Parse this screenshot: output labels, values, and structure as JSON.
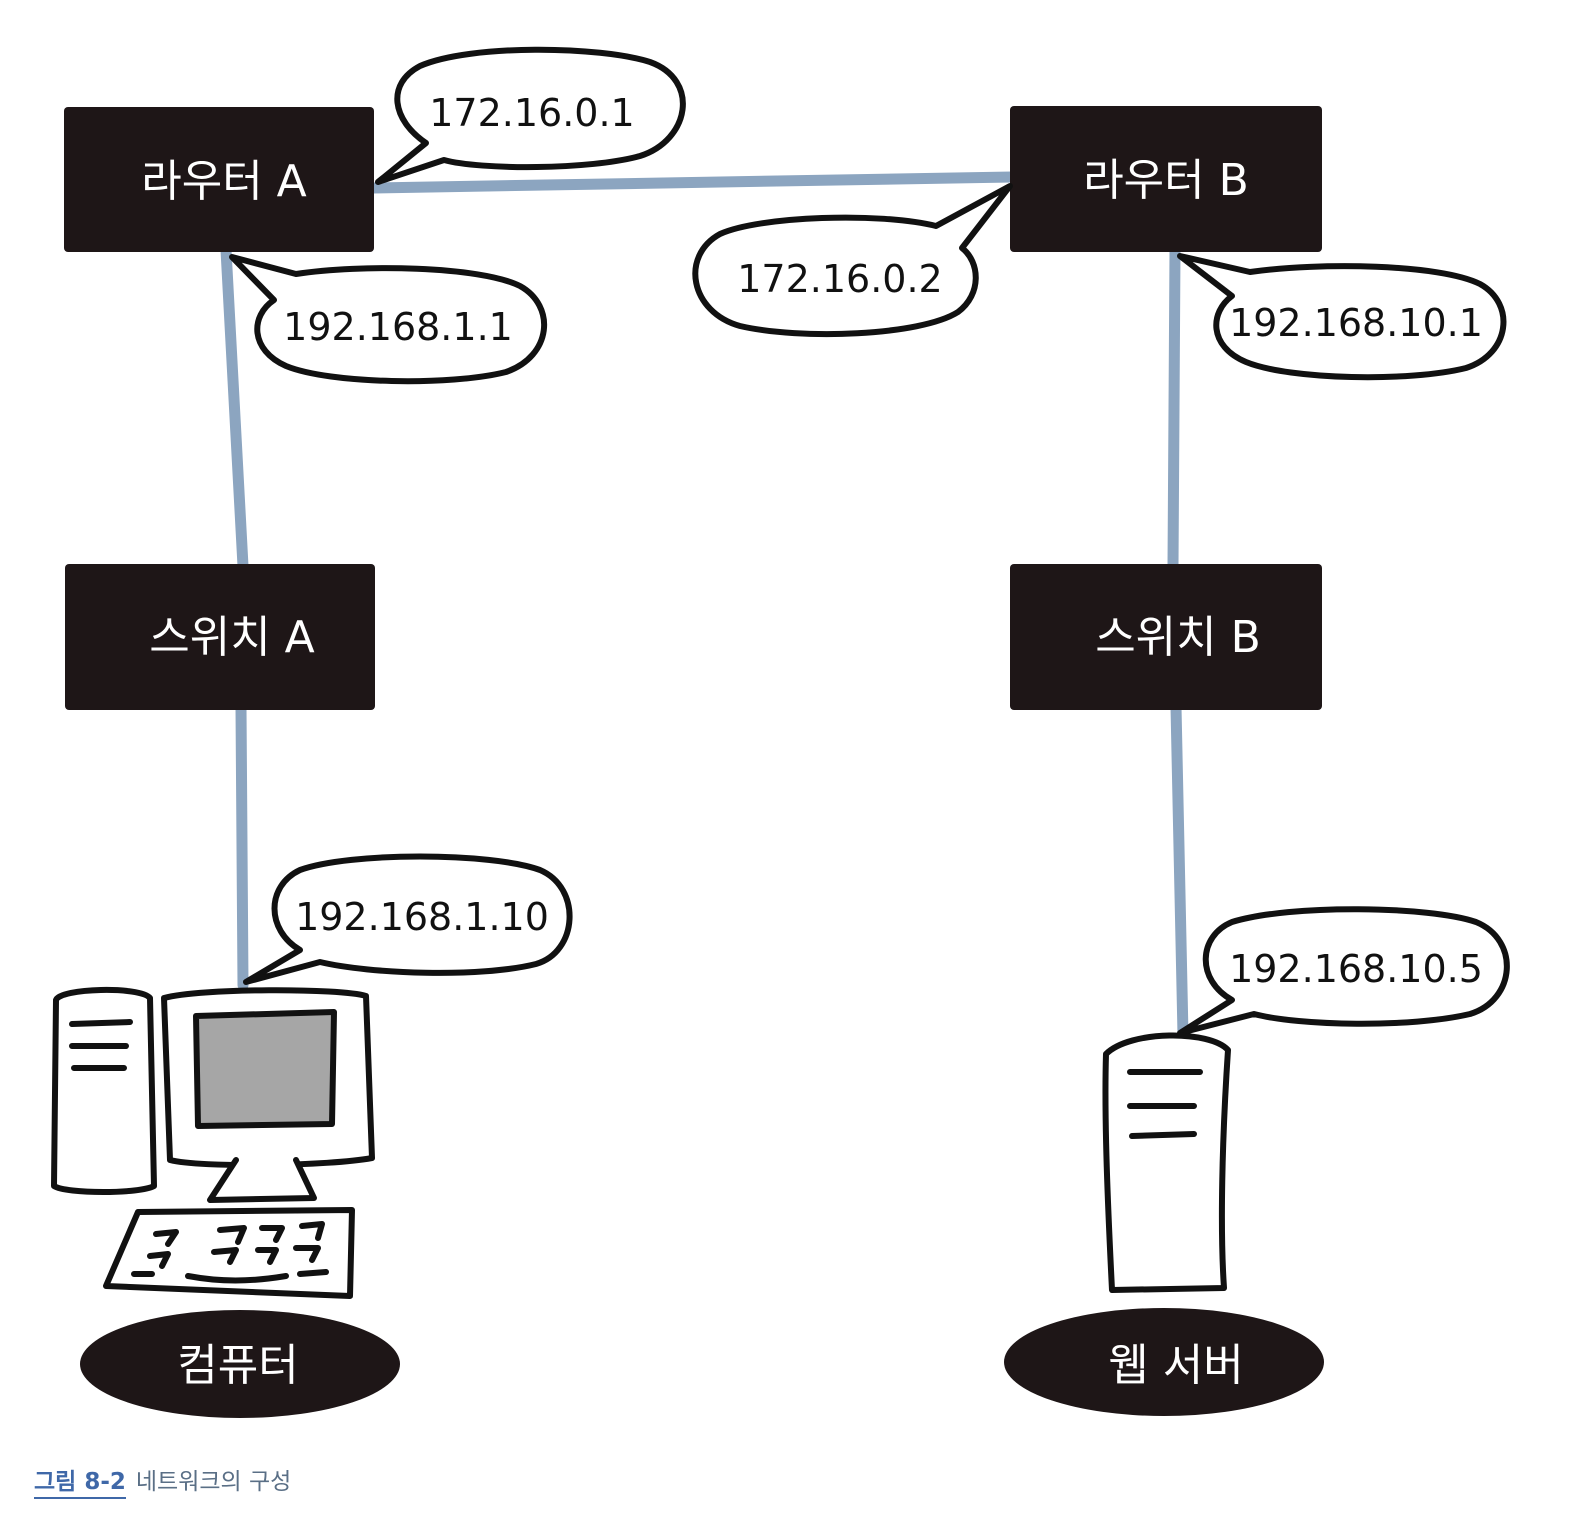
{
  "colors": {
    "link": "#8ca5c0",
    "box": "#1e1617",
    "screen": "#a6a6a6",
    "caption_label": "#3f68a8",
    "caption_text": "#5a6f86"
  },
  "nodes": {
    "router_a": "라우터 A",
    "router_b": "라우터 B",
    "switch_a": "스위치 A",
    "switch_b": "스위치 B",
    "computer": "컴퓨터",
    "web_server": "웹 서버"
  },
  "ip_labels": {
    "router_a_wan": "172.16.0.1",
    "router_b_wan": "172.16.0.2",
    "router_a_lan": "192.168.1.1",
    "router_b_lan": "192.168.10.1",
    "computer": "192.168.1.10",
    "web_server": "192.168.10.5"
  },
  "caption": {
    "label": "그림 8-2",
    "text": "네트워크의 구성"
  }
}
